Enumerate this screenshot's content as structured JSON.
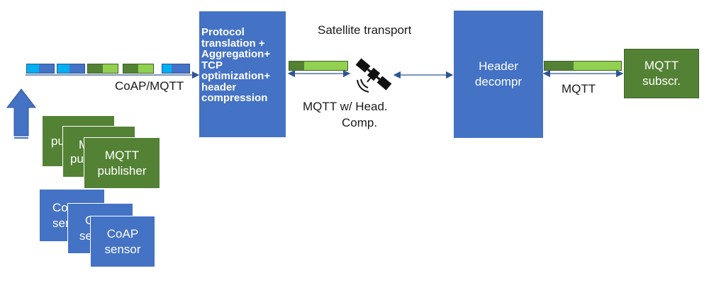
{
  "title": "Satellite transport",
  "labels": {
    "coap_mqtt": "CoAP/MQTT",
    "mqtt_head_comp_line1": "MQTT w/ Head.",
    "mqtt_head_comp_line2": "Comp.",
    "mqtt": "MQTT"
  },
  "gateway": {
    "lines": [
      "Protocol",
      "translation +",
      "Aggregation+",
      "TCP",
      "optimization+",
      "header",
      "compression"
    ]
  },
  "decompressor": {
    "line1": "Header",
    "line2": "decompr"
  },
  "subscriber": {
    "line1": "MQTT",
    "line2": "subscr."
  },
  "publishers": {
    "back1": {
      "line1": "pu",
      "line2": ""
    },
    "back2": {
      "line1": "M",
      "line2": "pu"
    },
    "front": {
      "line1": "MQTT",
      "line2": "publisher"
    }
  },
  "sensors": {
    "back1": {
      "line1": "Co",
      "line2": "sen"
    },
    "back2": {
      "line1": "C",
      "line2": "se"
    },
    "front": {
      "line1": "CoAP",
      "line2": "sensor"
    }
  },
  "colors": {
    "blue": "#4472C4",
    "dark_green": "#548235",
    "light_green": "#92D050",
    "cyan": "#00B0F0",
    "arrow": "#2F5597"
  },
  "icons": {
    "satellite": "satellite-icon",
    "upload_arrow": "up-arrow-icon"
  }
}
